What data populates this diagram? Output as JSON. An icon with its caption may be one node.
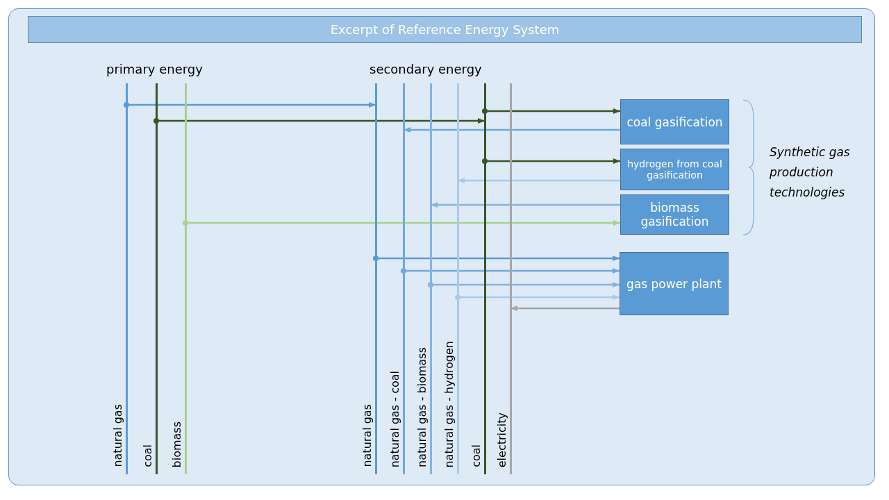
{
  "diagram": {
    "title": "Excerpt of Reference Energy System",
    "nodes": [
      {
        "text": [
          "natural gas"
        ]
      },
      {
        "text": [
          "coal"
        ]
      },
      {
        "text": [
          "biomass"
        ]
      },
      {
        "text": [
          "natural gas"
        ]
      },
      {
        "text": [
          "natural gas - coal"
        ]
      },
      {
        "text": [
          "natural gas - biomass"
        ]
      },
      {
        "text": [
          "natural gas - hydrogen"
        ]
      },
      {
        "text": [
          "coal"
        ]
      },
      {
        "text": [
          "electricity"
        ]
      },
      {
        "text": [
          "coal gasification"
        ]
      },
      {
        "text": [
          "hydrogen from coal gasification"
        ]
      },
      {
        "text": [
          "biomass gasification"
        ]
      },
      {
        "text": [
          "gas power plant"
        ]
      }
    ],
    "edges": [
      {
        "from": 0,
        "to": 3,
        "arrow": "to",
        "color": "#5b9bd5"
      },
      {
        "from": 7,
        "to": 9,
        "arrow": "to",
        "color": "#375623"
      },
      {
        "from": 1,
        "to": 7,
        "arrow": "to",
        "color": "#375623"
      },
      {
        "from": 9,
        "to": 4,
        "arrow": "to",
        "color": "#6fa8dc"
      },
      {
        "from": 7,
        "to": 10,
        "arrow": "to",
        "color": "#375623"
      },
      {
        "from": 10,
        "to": 6,
        "arrow": "to",
        "color": "#a9cbec"
      },
      {
        "from": 11,
        "to": 5,
        "arrow": "to",
        "color": "#86b4e0"
      },
      {
        "from": 2,
        "to": 11,
        "arrow": "to",
        "color": "#a9d18e"
      },
      {
        "from": 3,
        "to": 12,
        "arrow": "to",
        "color": "#5b9bd5"
      },
      {
        "from": 4,
        "to": 12,
        "arrow": "to",
        "color": "#6fa8dc"
      },
      {
        "from": 5,
        "to": 12,
        "arrow": "to",
        "color": "#86b4e0"
      },
      {
        "from": 6,
        "to": 12,
        "arrow": "to",
        "color": "#a9cbec"
      },
      {
        "from": 12,
        "to": 8,
        "arrow": "to",
        "color": "#a6a6a6"
      }
    ],
    "labels": [
      "primary energy",
      "secondary energy",
      "Synthetic gas production technologies"
    ]
  }
}
